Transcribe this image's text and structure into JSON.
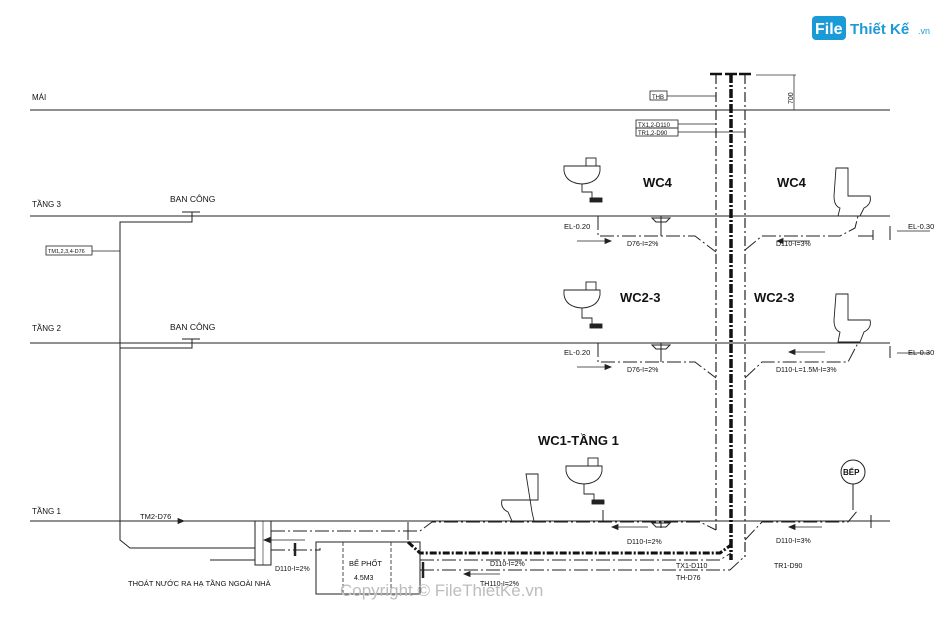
{
  "logo": {
    "badge": "File",
    "text": "Thiết Kế",
    "suffix": ".vn",
    "brand_color": "#1a9ad6"
  },
  "watermark": "Copyright © FileThietKe.vn",
  "levels": {
    "roof": "MÁI",
    "floor3": "TẦNG 3",
    "floor2": "TẦNG 2",
    "floor1": "TẦNG 1"
  },
  "dimension": "700",
  "riser_tags": {
    "thb": "THB",
    "tx": "TX1,2-D110",
    "tr": "TR1,2-D90",
    "tm": "TM1,2,3,4-D76"
  },
  "balcony": {
    "floor3": "BAN CÔNG",
    "floor2": "BAN CÔNG"
  },
  "rooms": {
    "wc4_left": "WC4",
    "wc4_right": "WC4",
    "wc23_left": "WC2-3",
    "wc23_right": "WC2-3",
    "wc1": "WC1-TẦNG 1",
    "kitchen": "BẾP"
  },
  "elevations": {
    "f3_left": "EL-0.20",
    "f3_right": "EL-0.30",
    "f2_left": "EL-0.20",
    "f2_right": "EL-0.30"
  },
  "pipes": {
    "f3_left": "D76-I=2%",
    "f3_right": "D110-I=3%",
    "f2_left": "D76-I=2%",
    "f2_right": "D110-L=1.5M-I=3%",
    "f1_tm2": "TM2-D76",
    "f1_mid": "D110-I=2%",
    "f1_right": "D110-I=3%",
    "f1_outlet": "D110-I=2%",
    "f1_low1": "D110-I=2%",
    "f1_low2": "TH110-I=2%",
    "tx1": "TX1-D110",
    "th": "TH-D76",
    "tr1": "TR1-D90"
  },
  "septic": {
    "name": "BỂ PHỐT",
    "volume": "4.5M3"
  },
  "outlet_note": "THOÁT NƯỚC RA HẠ TẦNG NGOÀI NHÀ"
}
